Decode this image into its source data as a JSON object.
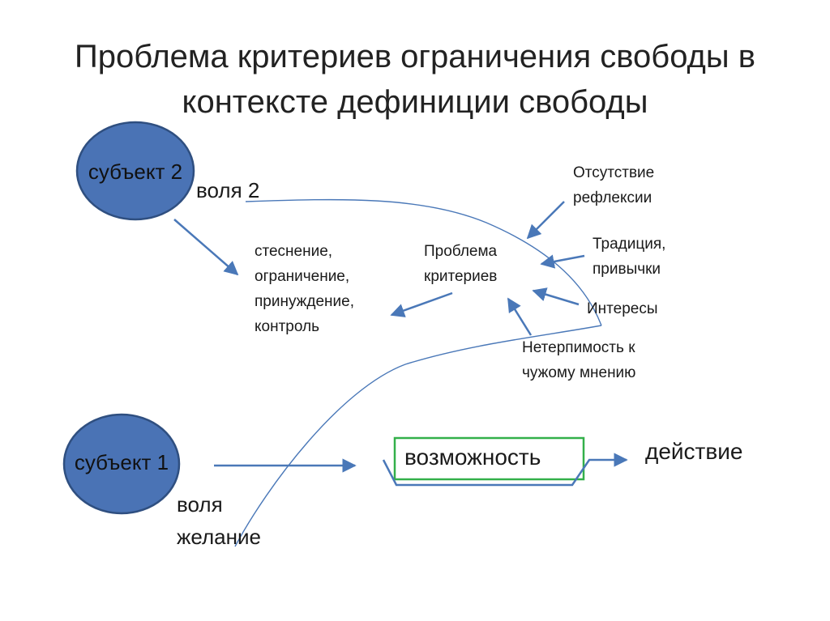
{
  "title_line1": "Проблема критериев ограничения свободы в",
  "title_line2": "контексте дефиниции свободы",
  "subject2": "субъект 2",
  "subject1": "субъект 1",
  "will2": "воля 2",
  "restriction_lines": [
    "стеснение,",
    "ограничение,",
    "принуждение,",
    "контроль"
  ],
  "problem_lines": [
    "Проблема",
    "критериев"
  ],
  "factors": {
    "no_reflection": [
      "Отсутствие",
      "рефлексии"
    ],
    "tradition": [
      "Традиция,",
      "привычки"
    ],
    "interests": "Интересы",
    "intolerance": [
      "Нетерпимость к",
      "чужому мнению"
    ]
  },
  "will1_lines": [
    "воля",
    "желание"
  ],
  "possibility": "возможность",
  "action": "действие",
  "colors": {
    "ellipse_fill": "#4a73b5",
    "ellipse_stroke": "#2f4f80",
    "arrow": "#4a78b8",
    "box": "#33b04a"
  }
}
